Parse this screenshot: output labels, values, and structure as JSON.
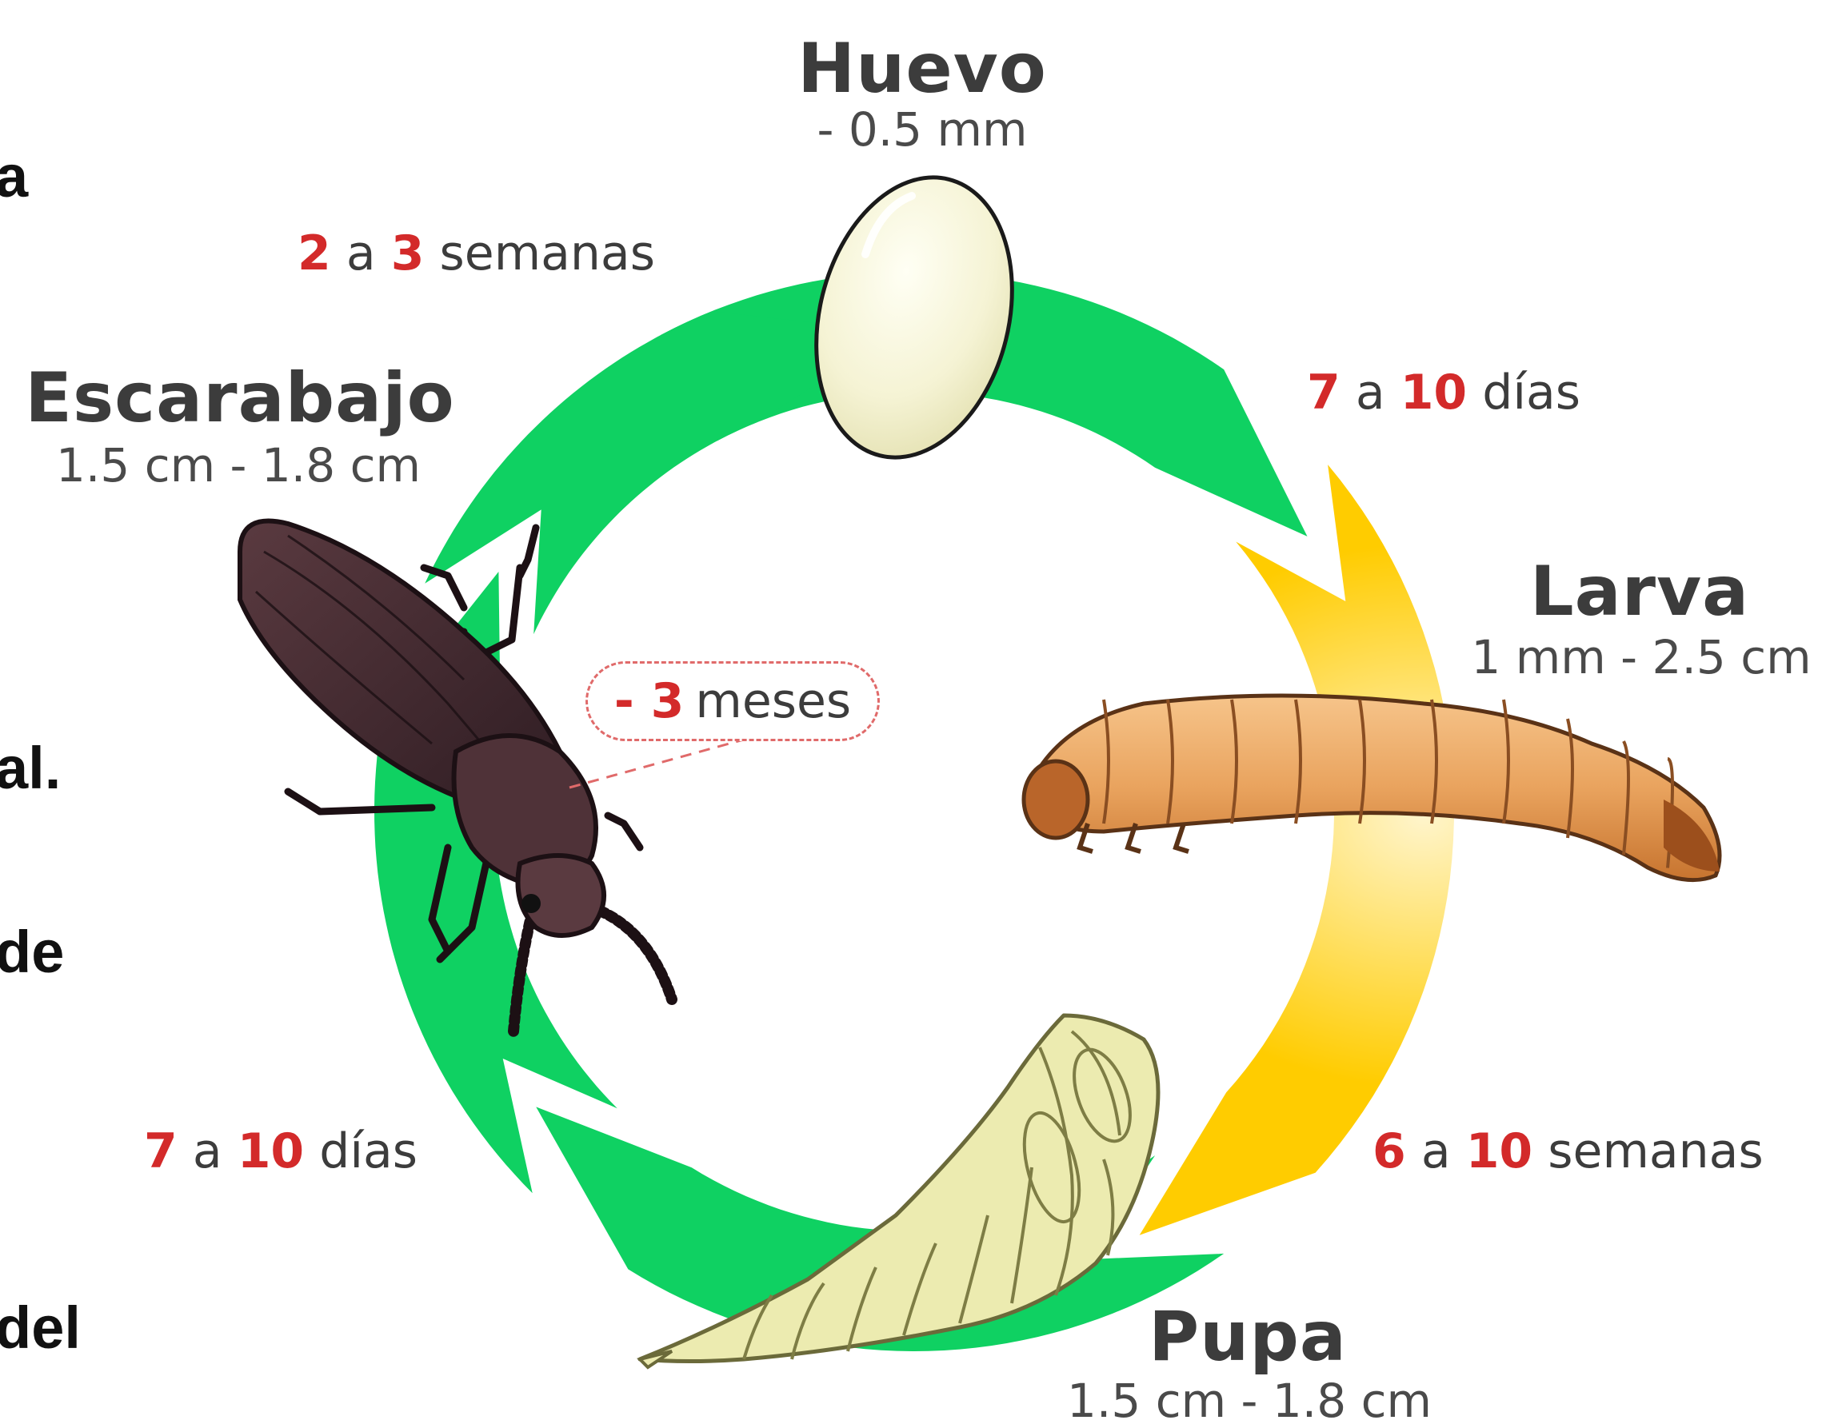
{
  "colors": {
    "cycle_green": "#0fd162",
    "cycle_yellow": "#ffcc00",
    "duration_number": "#d32a2a",
    "label_text": "#3c3c3c"
  },
  "side_text": {
    "line1": "a",
    "line2": "al.",
    "line3": "de",
    "line4": "del"
  },
  "stages": {
    "egg": {
      "name": "Huevo",
      "size": "- 0.5 mm"
    },
    "larva": {
      "name": "Larva",
      "size": "1 mm - 2.5 cm"
    },
    "pupa": {
      "name": "Pupa",
      "size": "1.5 cm - 1.8 cm"
    },
    "beetle": {
      "name": "Escarabajo",
      "size": "1.5 cm - 1.8 cm"
    }
  },
  "durations": {
    "beetle_to_egg": {
      "from": "2",
      "sep": "a",
      "to": "3",
      "unit": "semanas"
    },
    "egg_to_larva": {
      "from": "7",
      "sep": "a",
      "to": "10",
      "unit": "días"
    },
    "larva_to_pupa": {
      "from": "6",
      "sep": "a",
      "to": "10",
      "unit": "semanas"
    },
    "pupa_to_beetle": {
      "from": "7",
      "sep": "a",
      "to": "10",
      "unit": "días"
    }
  },
  "adult_lifespan": {
    "number": "- 3",
    "unit": "meses"
  }
}
